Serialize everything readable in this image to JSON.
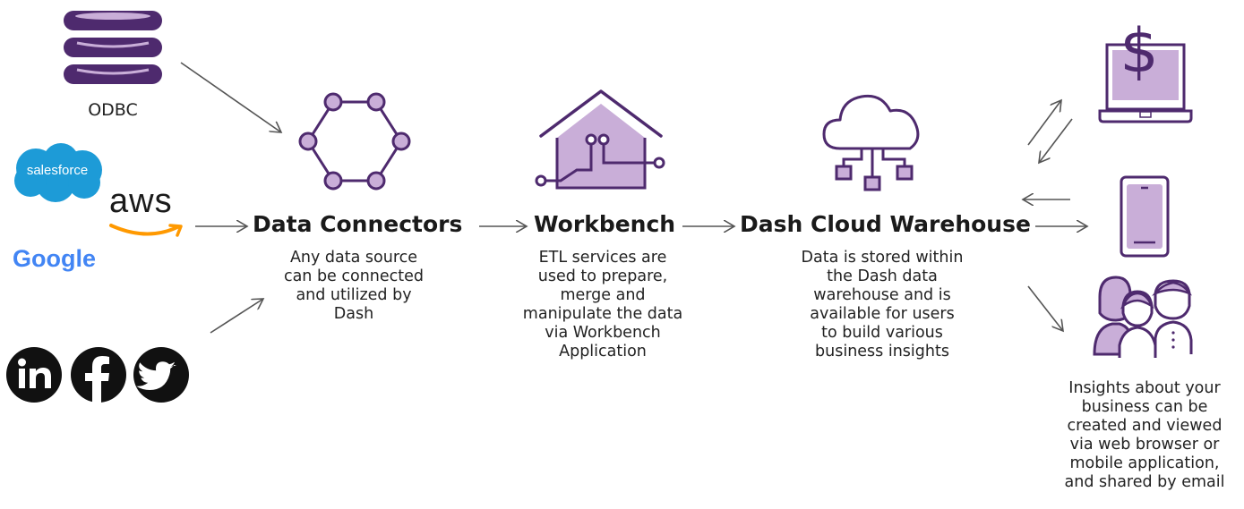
{
  "colors": {
    "purple_dark": "#4e2a6e",
    "purple_fill": "#c9aed8",
    "purple_light": "#d7c3e3",
    "arrow": "#555555",
    "salesforce": "#1d9bd7",
    "aws_orange": "#ff9900",
    "text": "#222222"
  },
  "sources": {
    "odbc": {
      "label": "ODBC",
      "icon": "database-icon"
    },
    "salesforce": {
      "label": "salesforce",
      "icon": "salesforce-logo"
    },
    "aws": {
      "label": "aws",
      "icon": "aws-logo"
    },
    "google": {
      "label": "Google",
      "icon": "google-logo"
    },
    "social": [
      {
        "label": "in",
        "icon": "linkedin-icon"
      },
      {
        "label": "f",
        "icon": "facebook-icon"
      },
      {
        "label": "twitter",
        "icon": "twitter-icon"
      }
    ]
  },
  "stages": {
    "connectors": {
      "title": "Data Connectors",
      "icon": "hexagon-network-icon",
      "desc": [
        "Any data source",
        "can be connected",
        "and utilized by",
        "Dash"
      ]
    },
    "workbench": {
      "title": "Workbench",
      "icon": "house-circuit-icon",
      "desc": [
        "ETL services are",
        "used to prepare,",
        "merge and",
        "manipulate the data",
        "via Workbench",
        "Application"
      ]
    },
    "warehouse": {
      "title": "Dash Cloud Warehouse",
      "icon": "cloud-network-icon",
      "desc": [
        "Data is stored within",
        "the Dash data",
        "warehouse and is",
        "available for users",
        "to build various",
        "business insights"
      ]
    }
  },
  "outputs": {
    "laptop": {
      "icon": "laptop-dollar-icon",
      "symbol": "$"
    },
    "mobile": {
      "icon": "mobile-phone-icon"
    },
    "users": {
      "icon": "users-group-icon"
    },
    "desc": [
      "Insights about your",
      "business can be",
      "created and viewed",
      "via web browser or",
      "mobile application,",
      "and shared by email"
    ]
  }
}
